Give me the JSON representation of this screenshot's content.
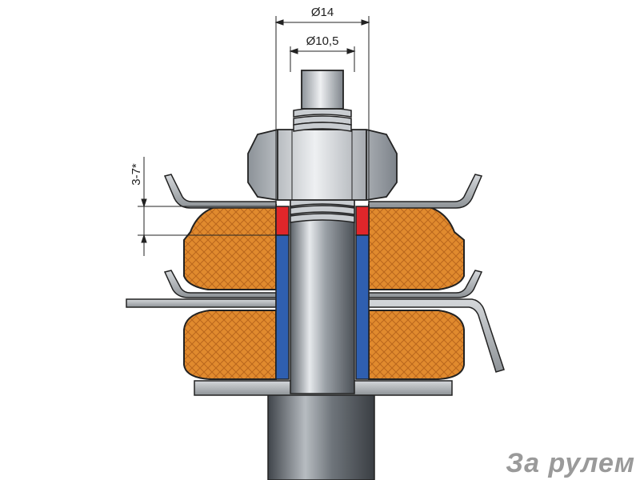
{
  "dimensions": {
    "outer_diameter": "Ø14",
    "inner_diameter": "Ø10,5",
    "gap": "3-7*"
  },
  "watermark": {
    "text": "За рулем"
  },
  "colors": {
    "cushion_fill": "#e08a2e",
    "cushion_mesh": "#b5621a",
    "spacer_red": "#e0262a",
    "spacer_blue": "#2f5fb0",
    "metal_dark": "#5e646b",
    "metal_light": "#d7dbdf",
    "plate": "#b9bcbf",
    "line": "#222222"
  }
}
